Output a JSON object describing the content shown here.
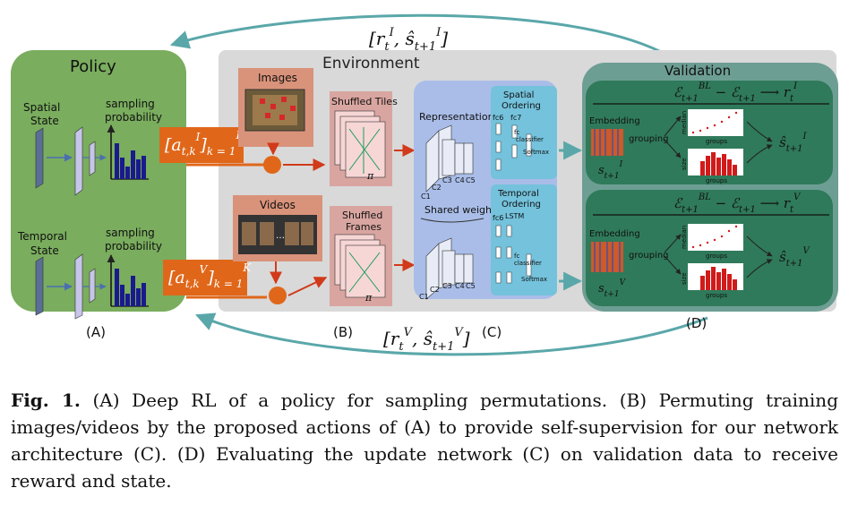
{
  "figure": {
    "policy": {
      "title": "Policy",
      "spatial_state": [
        "Spatial",
        "State"
      ],
      "temporal_state": [
        "Temporal",
        "State"
      ],
      "sampling_probability": [
        "sampling",
        "probability"
      ],
      "label": "(A)"
    },
    "environment": {
      "title": "Environment",
      "images": "Images",
      "videos": "Videos",
      "shuffled_tiles": "Shuffled Tiles",
      "shuffled_frames": [
        "Shuffled",
        "Frames"
      ],
      "label_b": "(B)",
      "label_c": "(C)",
      "representation": "Representation",
      "shared_weights": "Shared weights",
      "spatial_ordering": [
        "Spatial",
        "Ordering"
      ],
      "temporal_ordering": [
        "Temporal",
        "Ordering"
      ],
      "layers": [
        "C1",
        "C2",
        "C3",
        "C4",
        "C5"
      ],
      "fc6": "fc6",
      "fc7": "fc7",
      "lstm": "LSTM",
      "fc": "fc",
      "classifier": "classifier",
      "softmax": "Softmax",
      "pi": "π"
    },
    "validation": {
      "title": "Validation",
      "embedding": "Embedding",
      "grouping": "grouping",
      "median": "median",
      "size": "size",
      "groups": "groups",
      "label": "(D)"
    },
    "math": {
      "action_spatial": "[a",
      "action_temporal": "[a"
    },
    "colors": {
      "policy_green": "#7aad5e",
      "environment_gray": "#d9d9d9",
      "cnn_blue": "#a9bde8",
      "ordering_cyan": "#74c2dc",
      "validation_teal": "#6d9e93",
      "inner_green": "#2f7a5a",
      "orange": "#e0671a",
      "arrow_teal": "#5aa7a9",
      "hist_red": "#d11a1a",
      "bar_navy": "#1a1a8c"
    }
  },
  "caption": {
    "label": "Fig. 1.",
    "text": " (A) Deep RL of a policy for sampling permutations. (B) Permuting training images/videos by the proposed actions of (A) to provide self-supervision for our network architecture (C). (D) Evaluating the update network (C) on validation data to receive reward and state."
  }
}
